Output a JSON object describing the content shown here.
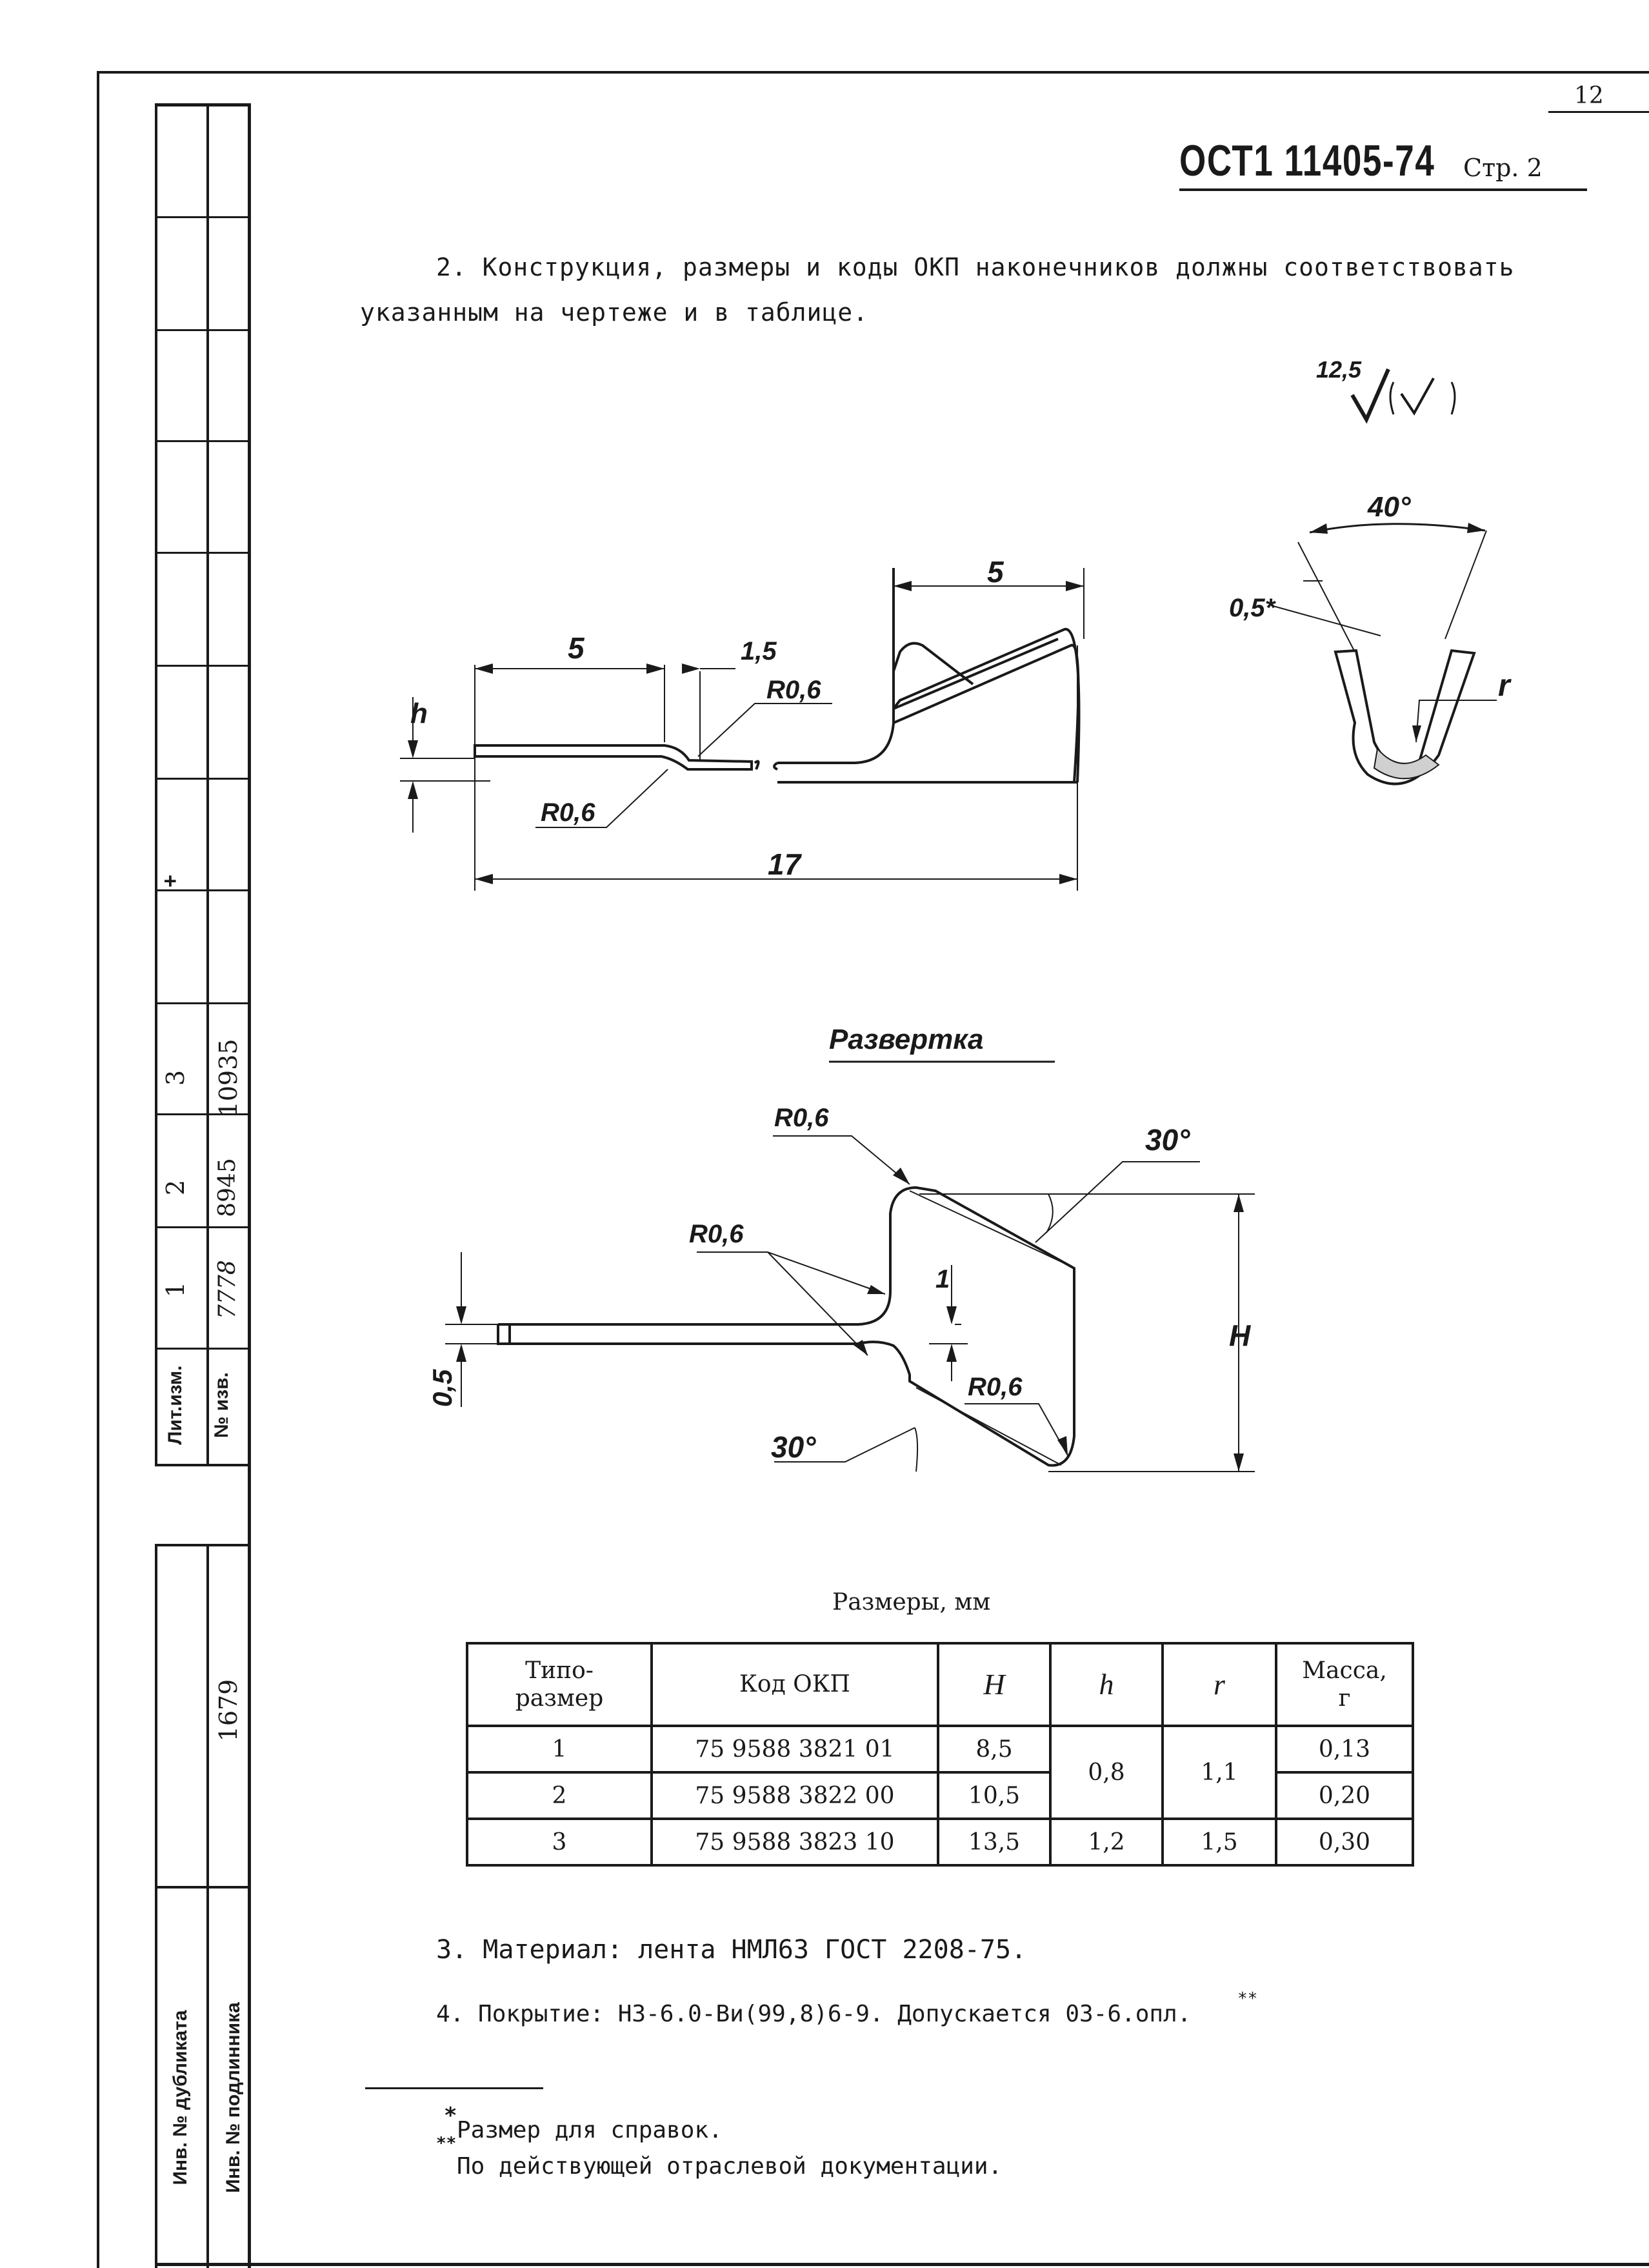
{
  "page_number": "12",
  "header": {
    "standard": "ОСТ1 11405-74",
    "page_label": "Стр. 2"
  },
  "sidebar": {
    "revision_label": "Лит.изм.",
    "change_no_label": "№ изв.",
    "revisions": [
      {
        "lit": "1",
        "notice": "7778"
      },
      {
        "lit": "2",
        "notice": "8945"
      },
      {
        "lit": "3",
        "notice": "10935"
      }
    ],
    "tick_mark": "+",
    "inv_number": "1679",
    "dup_label": "Инв. № дубликата",
    "orig_label": "Инв. № подлинника"
  },
  "text": {
    "para2_line1": "2. Конструкция, размеры и коды ОКП наконечников должны соответствовать",
    "para2_line2": "указанным на чертеже и в таблице.",
    "para3": "3. Материал: лента НМЛ63 ГОСТ 2208-75.",
    "para4": "4. Покрытие: Н3-6.0-Ви(99,8)6-9. Допускается 03-6.опл.",
    "para4_mark": "**",
    "footnote1": "Размер для справок.",
    "footnote1_mark": "*",
    "footnote2": "По действующей отраслевой документации.",
    "footnote2_mark": "**"
  },
  "drawing": {
    "roughness_value": "12,5",
    "side_view": {
      "dim_5a": "5",
      "dim_1_5": "1,5",
      "dim_5b": "5",
      "dim_17": "17",
      "r_top": "R0,6",
      "r_bottom": "R0,6",
      "h_label": "h"
    },
    "section_view": {
      "angle": "40°",
      "chamfer": "0,5*",
      "r_label": "r"
    },
    "development": {
      "title": "Развертка",
      "r1": "R0,6",
      "r2": "R0,6",
      "r3": "R0,6",
      "angle_top": "30°",
      "angle_bottom": "30°",
      "dim_1": "1",
      "dim_0_5": "0,5",
      "H_label": "H"
    }
  },
  "table": {
    "caption": "Размеры, мм",
    "headers": [
      "Типо-\nразмер",
      "Код ОКП",
      "H",
      "h",
      "r",
      "Масса,\nг"
    ],
    "rows": [
      {
        "size": "1",
        "code": "75 9588 3821 01",
        "H": "8,5",
        "h": "0,8",
        "r": "1,1",
        "mass": "0,13"
      },
      {
        "size": "2",
        "code": "75 9588 3822 00",
        "H": "10,5",
        "mass": "0,20"
      },
      {
        "size": "3",
        "code": "75 9588 3823 10",
        "H": "13,5",
        "h": "1,2",
        "r": "1,5",
        "mass": "0,30"
      }
    ]
  }
}
